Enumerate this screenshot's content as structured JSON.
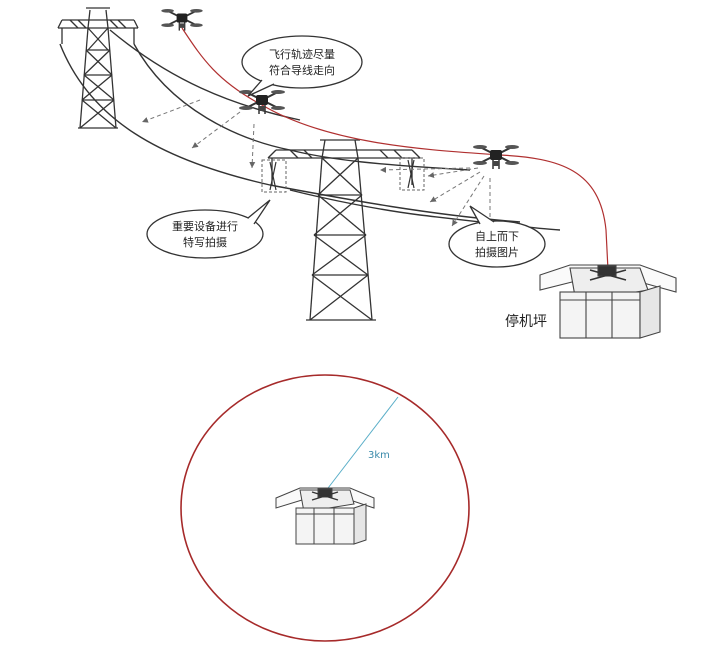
{
  "callouts": {
    "flight_path": {
      "line1": "飞行轨迹尽量",
      "line2": "符合导线走向"
    },
    "key_equipment": {
      "line1": "重要设备进行",
      "line2": "特写拍摄"
    },
    "top_down": {
      "line1": "自上而下",
      "line2": "拍摄图片"
    }
  },
  "labels": {
    "landing_pad": "停机坪",
    "radius": "3km"
  },
  "colors": {
    "flight_path": "#b03030",
    "coverage_circle": "#a62a2a",
    "radius_line": "#5aaec8",
    "ink": "#333333"
  }
}
